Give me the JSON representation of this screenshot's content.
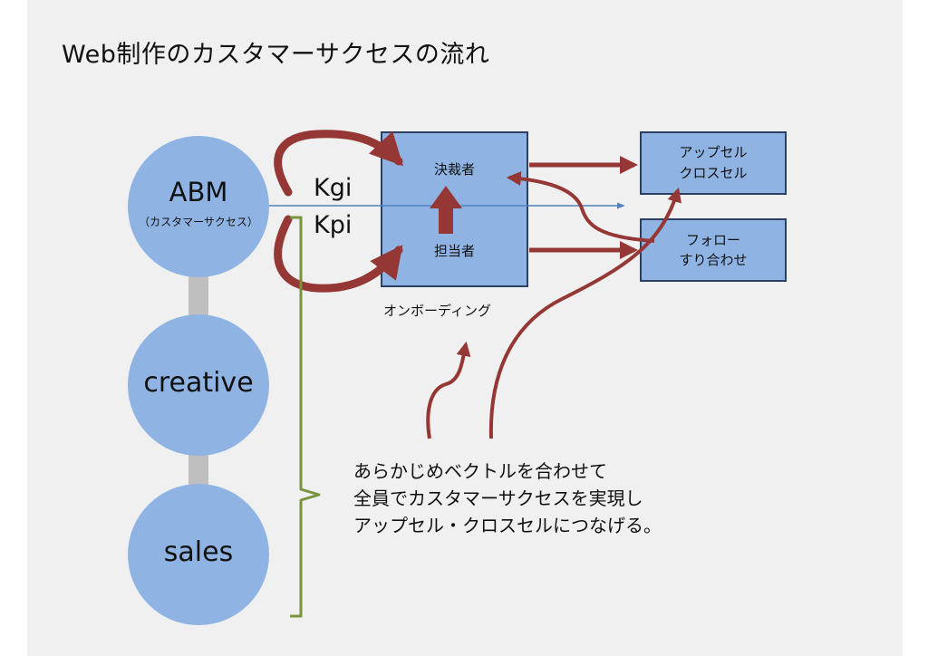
{
  "title": "Web制作のカスタマーサクセスの流れ",
  "circles": {
    "abm": {
      "label": "ABM",
      "sublabel": "（カスタマーサクセス）"
    },
    "creative": {
      "label": "creative"
    },
    "sales": {
      "label": "sales"
    }
  },
  "kgi_kpi": {
    "kgi": "Kgi",
    "kpi": "Kpi"
  },
  "onboarding_box": {
    "top_label": "決裁者",
    "bottom_label": "担当者",
    "caption": "オンボーディング"
  },
  "upsell_box": {
    "line1": "アップセル",
    "line2": "クロスセル"
  },
  "follow_box": {
    "line1": "フォロー",
    "line2": "すり合わせ"
  },
  "message": {
    "line1": "あらかじめベクトルを合わせて",
    "line2": "全員でカスタマーサクセスを実現し",
    "line3": "アップセル・クロスセルにつなげる。"
  },
  "colors": {
    "circle_fill": "#8fb4e3",
    "box_fill": "#8fb4e3",
    "box_border": "#2b3f63",
    "arrow_red": "#953735",
    "gray_connector": "#bfbfbf",
    "bracket_green": "#77933c",
    "line_blue": "#4f81bd",
    "background": "#f0f0f0"
  }
}
